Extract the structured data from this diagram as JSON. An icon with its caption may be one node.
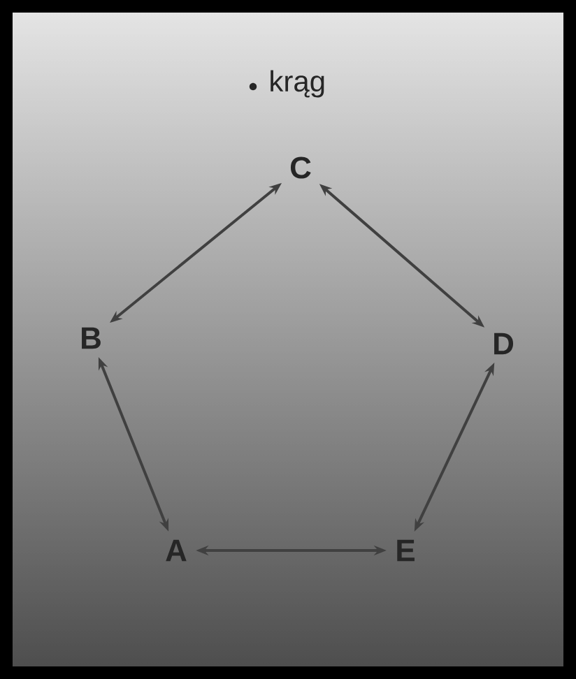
{
  "diagram": {
    "nodes": [
      {
        "text": [
          "C"
        ]
      },
      {
        "text": [
          "B"
        ]
      },
      {
        "text": [
          "D"
        ]
      },
      {
        "text": [
          "A"
        ]
      },
      {
        "text": [
          "E"
        ]
      }
    ],
    "edges": [
      {
        "from": 0,
        "to": 1,
        "arrow": "both"
      },
      {
        "from": 0,
        "to": 2,
        "arrow": "both"
      },
      {
        "from": 1,
        "to": 3,
        "arrow": "both"
      },
      {
        "from": 3,
        "to": 4,
        "arrow": "both"
      },
      {
        "from": 4,
        "to": 2,
        "arrow": "both"
      }
    ],
    "labels": [
      "krąg"
    ]
  }
}
